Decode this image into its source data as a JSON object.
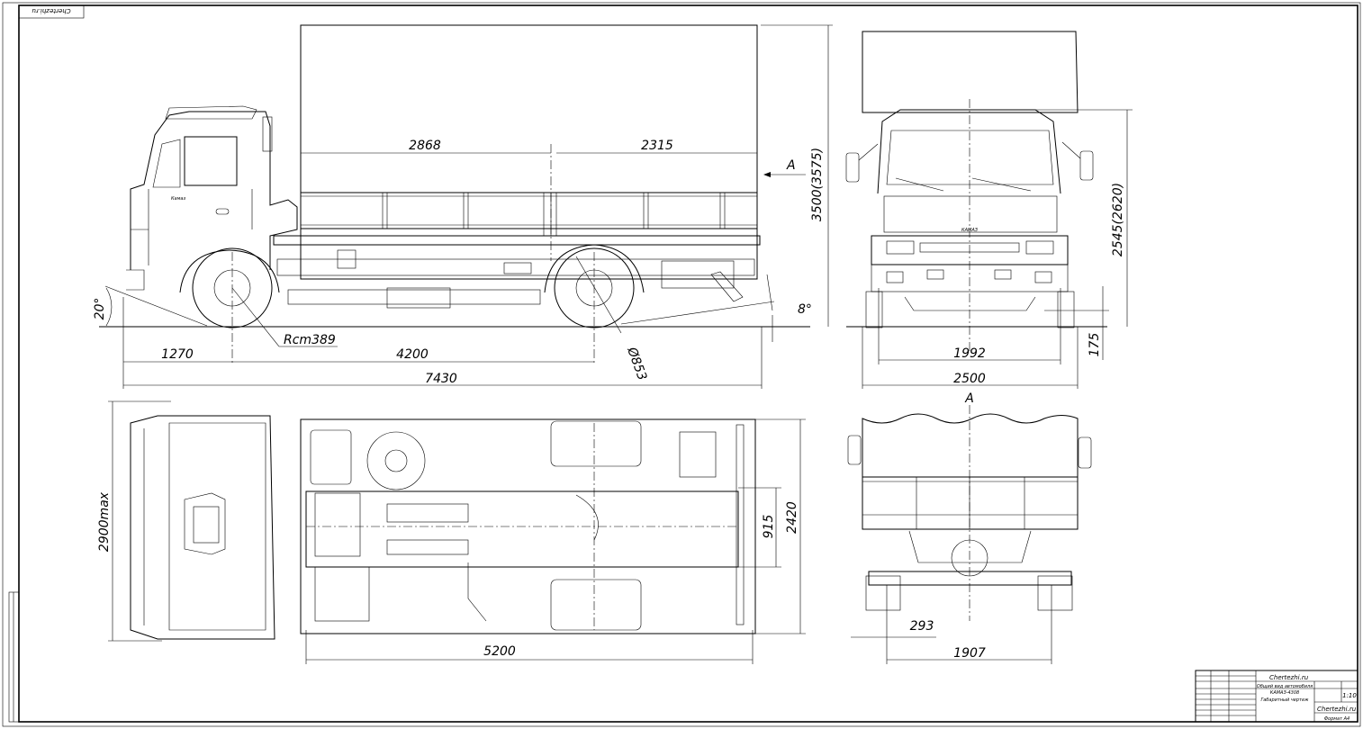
{
  "stamp_text": "Chertezhi.ru",
  "dimensions": {
    "side": {
      "d_2868": "2868",
      "d_2315": "2315",
      "arrow_a": "A",
      "height_3500": "3500(3575)",
      "angle_20": "20°",
      "angle_8": "8°",
      "radius": "Rcm389",
      "wheel": "Ø853",
      "d_1270": "1270",
      "d_4200": "4200",
      "d_7430": "7430"
    },
    "front": {
      "height_2545": "2545(2620)",
      "clearance_175": "175",
      "track_1992": "1992",
      "width_2500": "2500"
    },
    "top": {
      "width_2900": "2900max",
      "frame_915": "915",
      "width_2420": "2420",
      "length_5200": "5200"
    },
    "rear": {
      "view_a": "A",
      "d_293": "293",
      "d_1907": "1907"
    }
  },
  "brand": {
    "grille_logo": "КАМАЗ",
    "door_logo": "Камаз"
  },
  "title_block": {
    "site": "Chertezhi.ru",
    "line1": "Общий вид автомобиля",
    "line2": "КАМАЗ-4308",
    "line3": "Габаритный чертеж",
    "scale": "1:10",
    "bottom": "Chertezhi.ru",
    "format": "Формат А4"
  }
}
